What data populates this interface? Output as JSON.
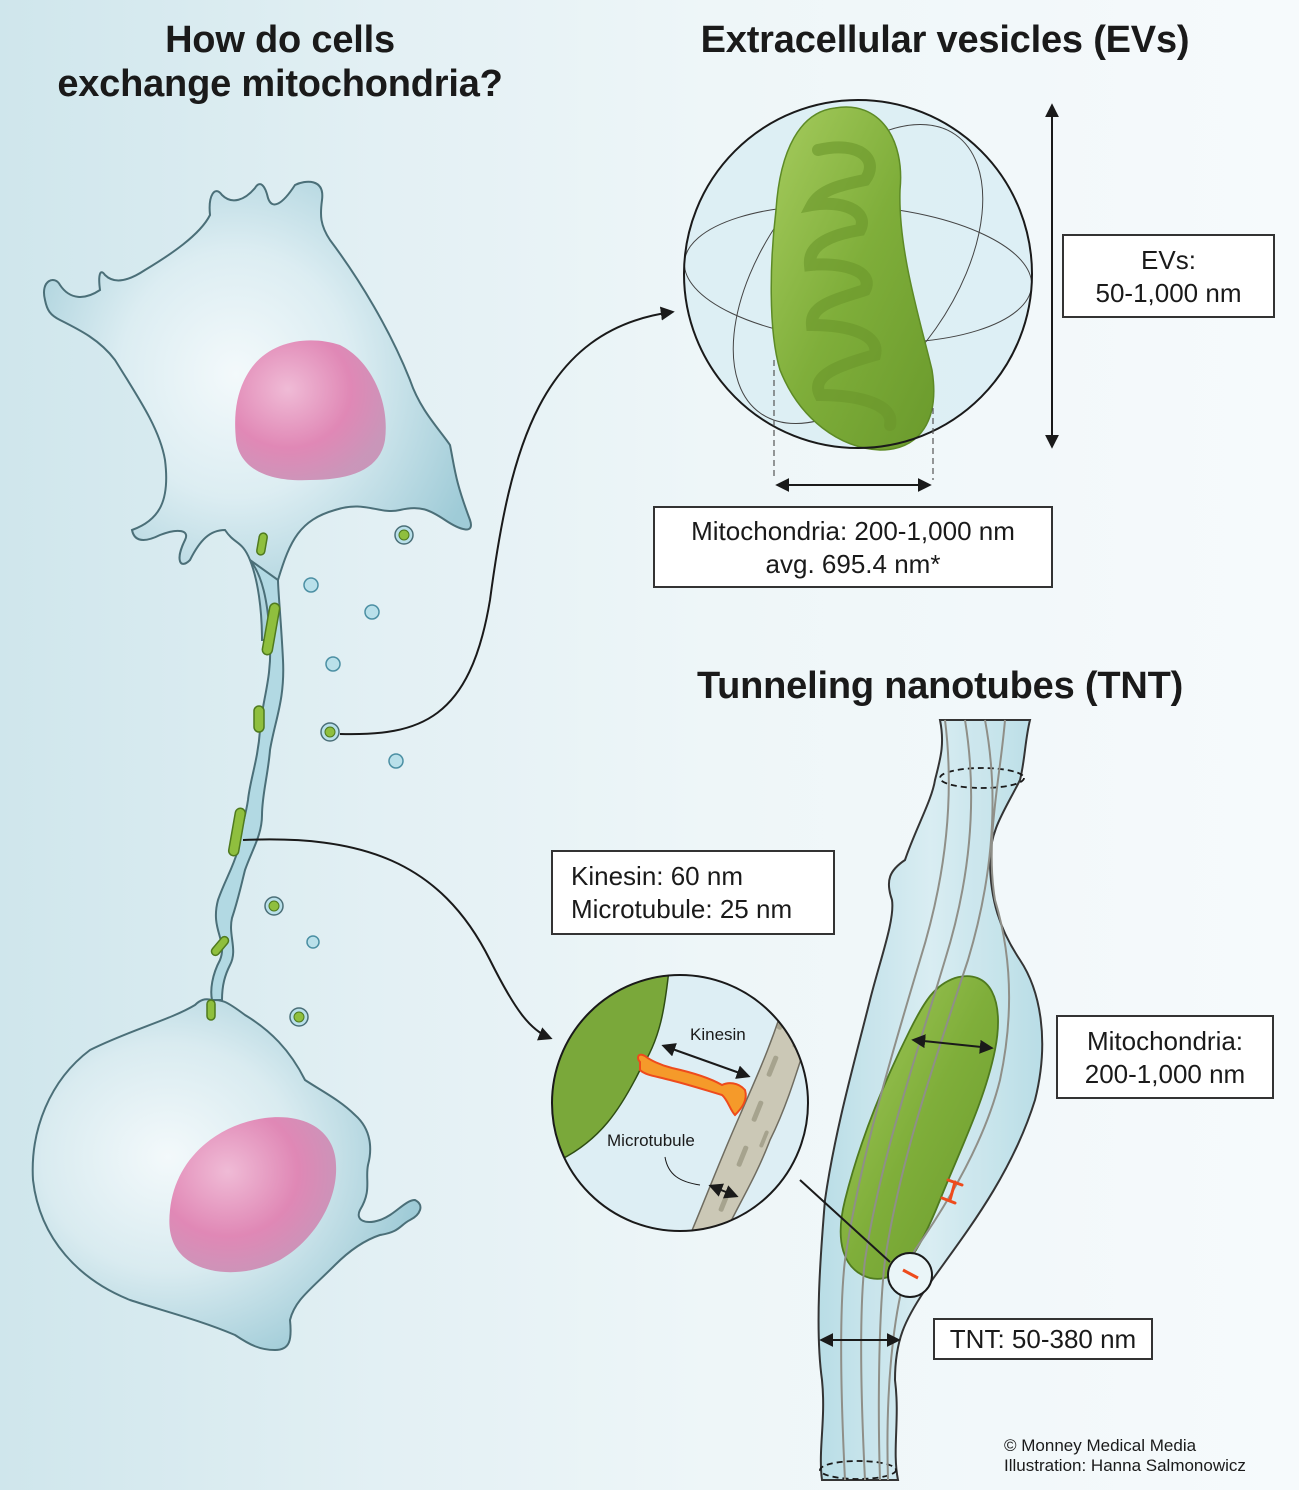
{
  "titles": {
    "main_line1": "How do cells",
    "main_line2": "exchange mitochondria?",
    "ev": "Extracellular vesicles (EVs)",
    "tnt": "Tunneling nanotubes (TNT)"
  },
  "labels": {
    "evs_size": {
      "line1": "EVs:",
      "line2": "50-1,000 nm"
    },
    "ev_mitochondria": {
      "line1": "Mitochondria: 200-1,000 nm",
      "line2": "avg. 695.4 nm*"
    },
    "kinesin_microtubule": {
      "line1": "Kinesin: 60 nm",
      "line2": "Microtubule: 25 nm"
    },
    "tnt_mitochondria": {
      "line1": "Mitochondria:",
      "line2": "200-1,000 nm"
    },
    "tnt_size": "TNT: 50-380 nm",
    "kinesin_inline": "Kinesin",
    "microtubule_inline": "Microtubule"
  },
  "credits": {
    "copyright": "© Monney Medical Media",
    "illustrator": "Illustration: Hanna Salmonowicz"
  },
  "colors": {
    "cell_fill": "#a9d3de",
    "cell_outline": "#4b6f78",
    "nucleus": "#e07fb0",
    "mitochondria": "#7fae3a",
    "mitochondria_dark": "#5d8a26",
    "kinesin": "#f59a2a",
    "kinesin_outline": "#ee4b1c",
    "microtubule": "#c9c6b4",
    "vesicle": "#b9e0ea"
  }
}
